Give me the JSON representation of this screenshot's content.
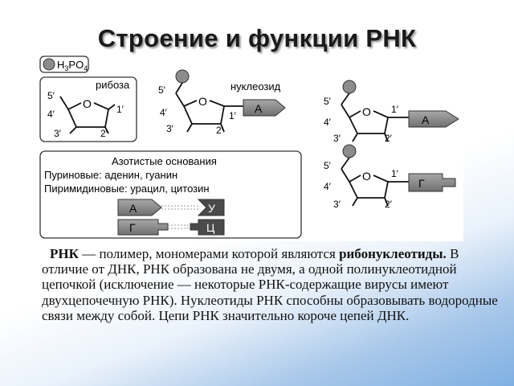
{
  "slide": {
    "title": "Строение и функции РНК"
  },
  "diagram": {
    "phosphate_label": "H3PO4",
    "ribose_label": "рибоза",
    "nucleoside_label": "нуклеозид",
    "carbon_labels": {
      "c5": "5′",
      "c4": "4′",
      "c3": "3′",
      "c2": "2′",
      "c1": "1′"
    },
    "base_a": "А",
    "base_g": "Г",
    "base_u": "У",
    "base_c": "Ц",
    "bases_box": {
      "title": "Азотистые основания",
      "purines": "Пуриновые: аденин, гуанин",
      "pyrimidines": "Пиримидиновые: урацил, цитозин"
    },
    "ring_oxygen": "O"
  },
  "body": {
    "term": "РНК",
    "dash": " — полимер, мономерами которой являются ",
    "monomers": "рибонуклеотиды.",
    "rest": " В отличие от ДНК, РНК образована не двумя, а одной полинуклеотидной цепочкой (исключение — некоторые РНК-содержащие вирусы имеют двухцепочечную РНК). Нуклеотиды РНК способны образовывать водородные связи между собой. Цепи РНК значительно короче цепей ДНК."
  },
  "colors": {
    "phosphate_fill": "#8c8c8c",
    "base_fill": "#8c8c8c",
    "base_dark_fill": "#4a4a4a"
  }
}
